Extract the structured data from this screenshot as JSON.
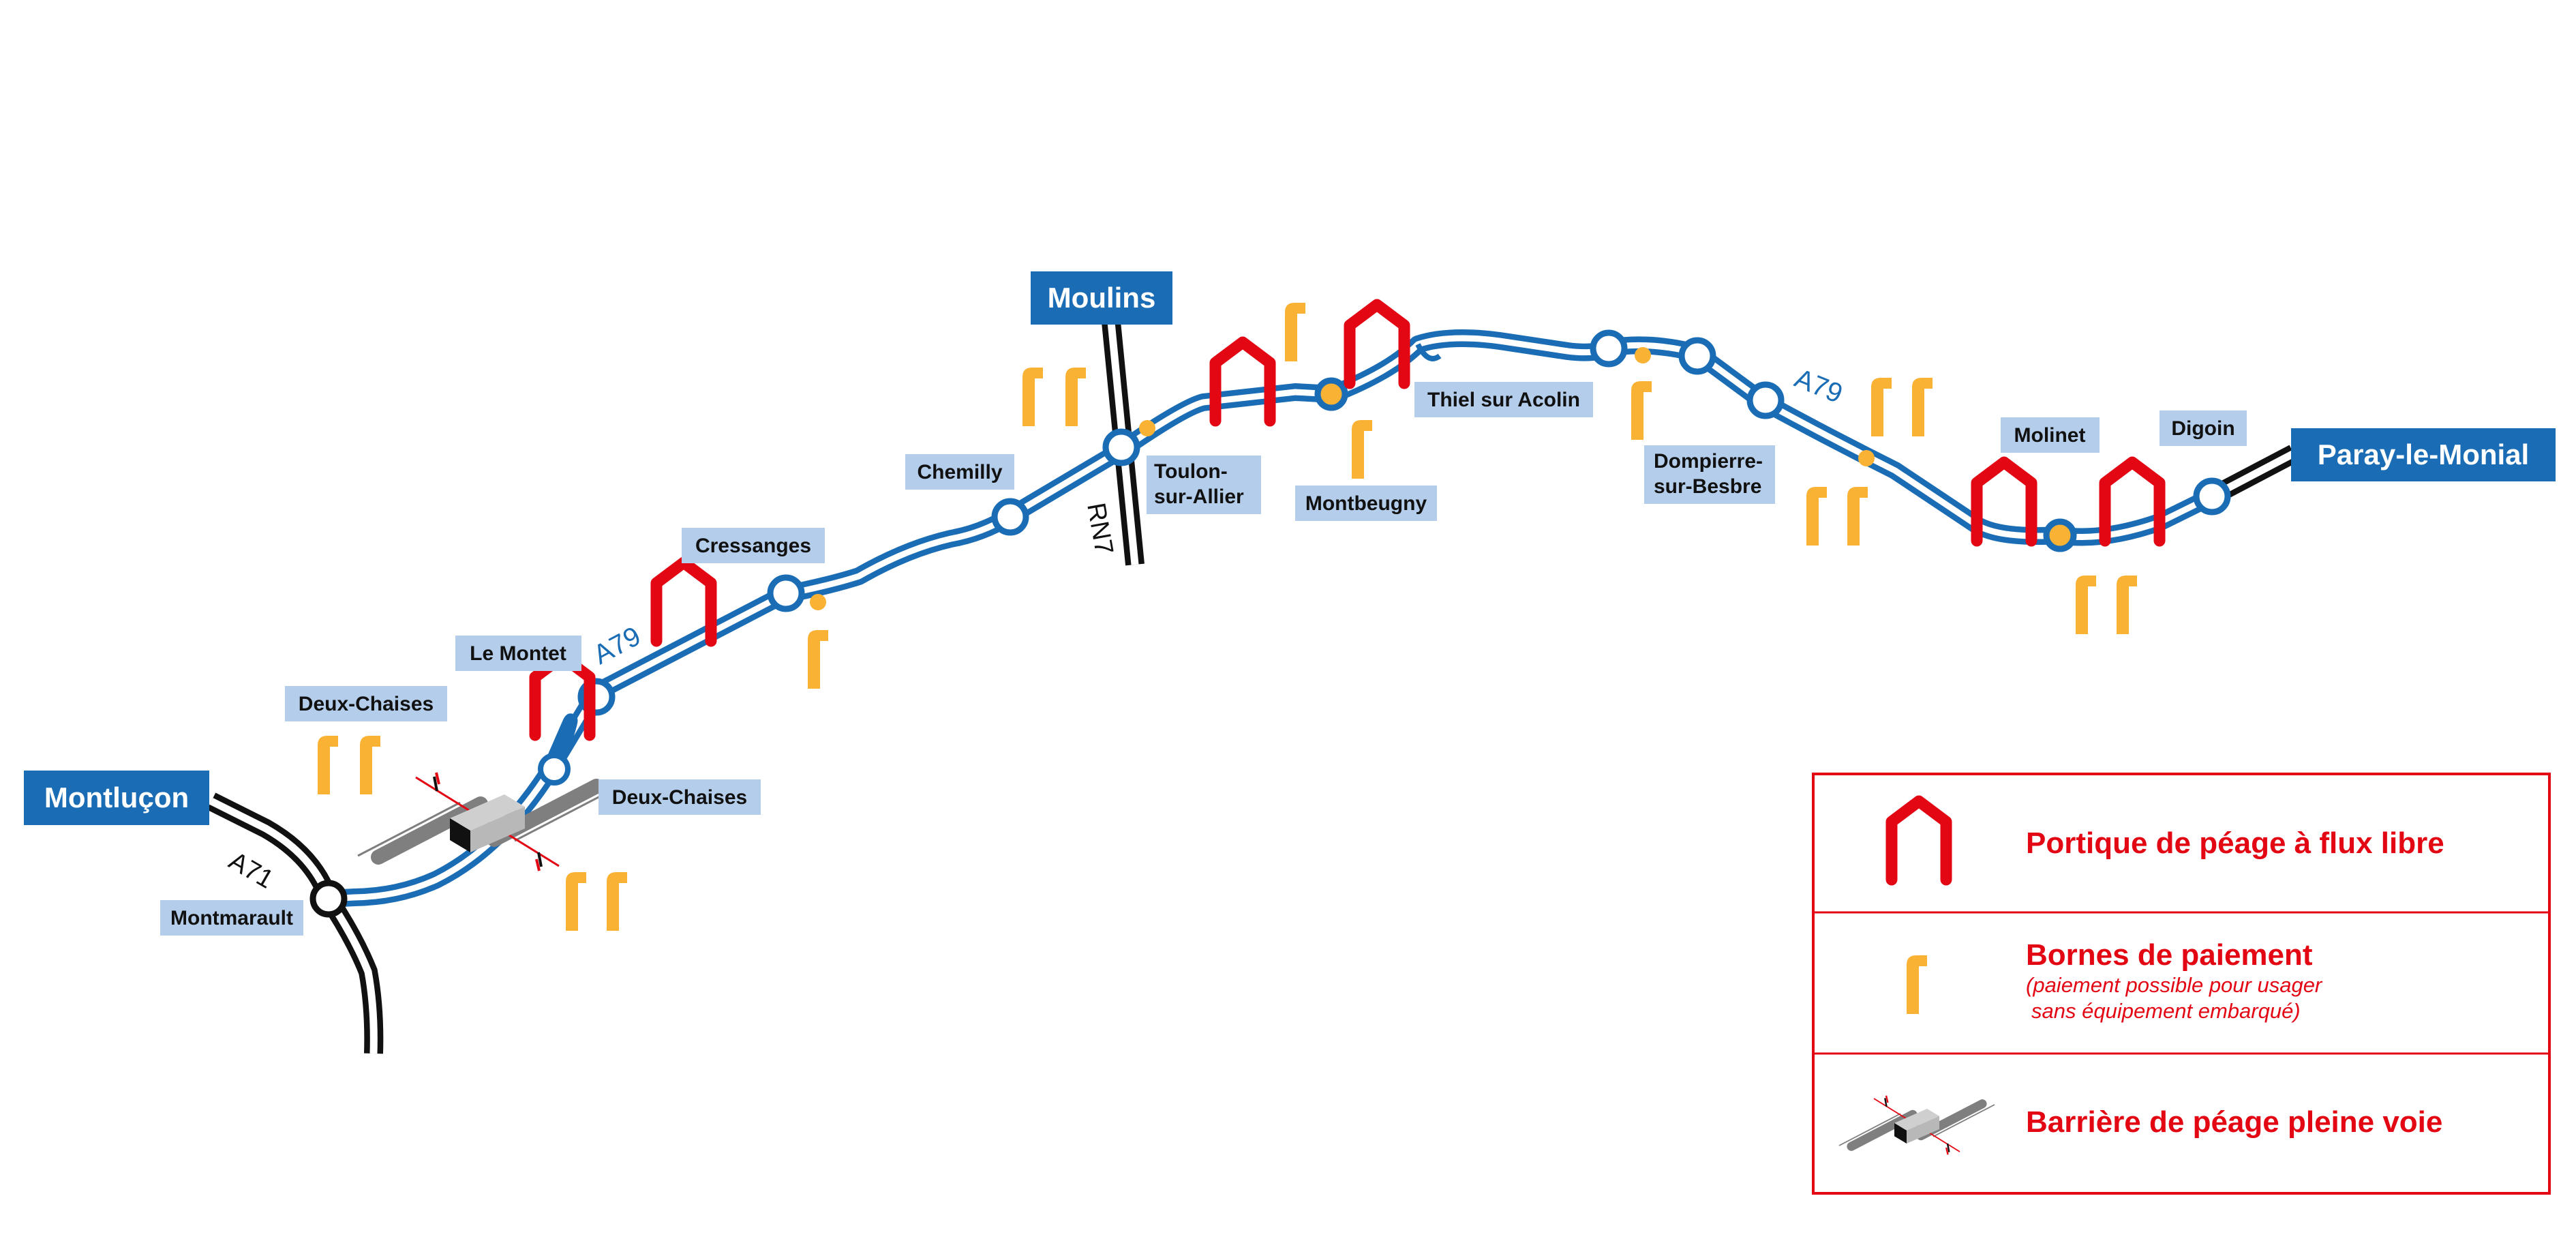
{
  "cities": {
    "montlucon": "Montluçon",
    "moulins": "Moulins",
    "paray": "Paray-le-Monial"
  },
  "exits": {
    "montmarault": "Montmarault",
    "deux_chaises_top": "Deux-Chaises",
    "deux_chaises_bottom": "Deux-Chaises",
    "le_montet": "Le Montet",
    "cressanges": "Cressanges",
    "chemilly": "Chemilly",
    "toulon_1": "Toulon-",
    "toulon_2": "sur-Allier",
    "montbeugny": "Montbeugny",
    "thiel": "Thiel sur Acolin",
    "dompierre_1": "Dompierre-",
    "dompierre_2": "sur-Besbre",
    "molinet": "Molinet",
    "digoin": "Digoin"
  },
  "roads": {
    "a71": "A71",
    "rn7": "RN7",
    "a79_west": "A79",
    "a79_east": "A79"
  },
  "legend": {
    "portique": "Portique de péage à flux libre",
    "bornes": "Bornes de paiement",
    "bornes_note_1": "(paiement possible pour usager",
    "bornes_note_2": "sans équipement embarqué)",
    "barriere": "Barrière de péage pleine voie"
  },
  "colors": {
    "motorway_blue": "#1a6db5",
    "city_box": "#1a6db5",
    "exit_box": "#b4cdea",
    "portique_red": "#e30613",
    "borne_orange": "#f9b233",
    "road_black": "#111111",
    "barrier_grey": "#808080"
  }
}
